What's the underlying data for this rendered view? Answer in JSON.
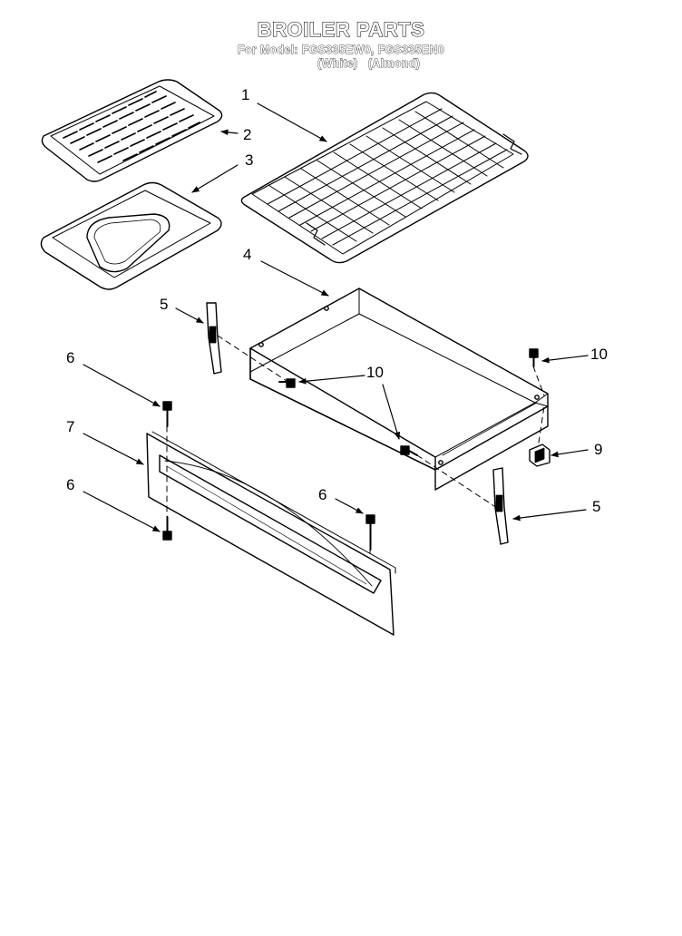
{
  "title": "BROILER PARTS",
  "model_line": "For Model: FGS335EW0, FGS335EN0",
  "color_variants": {
    "white": "(White)",
    "almond": "(Almond)"
  },
  "callouts": {
    "c1": "1",
    "c2": "2",
    "c3": "3",
    "c4": "4",
    "c5a": "5",
    "c5b": "5",
    "c6a": "6",
    "c6b": "6",
    "c6c": "6",
    "c7": "7",
    "c9": "9",
    "c10a": "10",
    "c10b": "10"
  },
  "parts": [
    {
      "ref": "1",
      "name": "broiler-rack-icon"
    },
    {
      "ref": "2",
      "name": "broiler-pan-grid-icon"
    },
    {
      "ref": "3",
      "name": "broiler-pan-icon"
    },
    {
      "ref": "4",
      "name": "broiler-drawer-icon"
    },
    {
      "ref": "5",
      "name": "drawer-slide-icon"
    },
    {
      "ref": "6",
      "name": "screw-icon"
    },
    {
      "ref": "7",
      "name": "drawer-front-panel-icon"
    },
    {
      "ref": "9",
      "name": "clip-icon"
    },
    {
      "ref": "10",
      "name": "screw-icon"
    }
  ],
  "colors": {
    "line": "#000000",
    "background": "#ffffff"
  }
}
